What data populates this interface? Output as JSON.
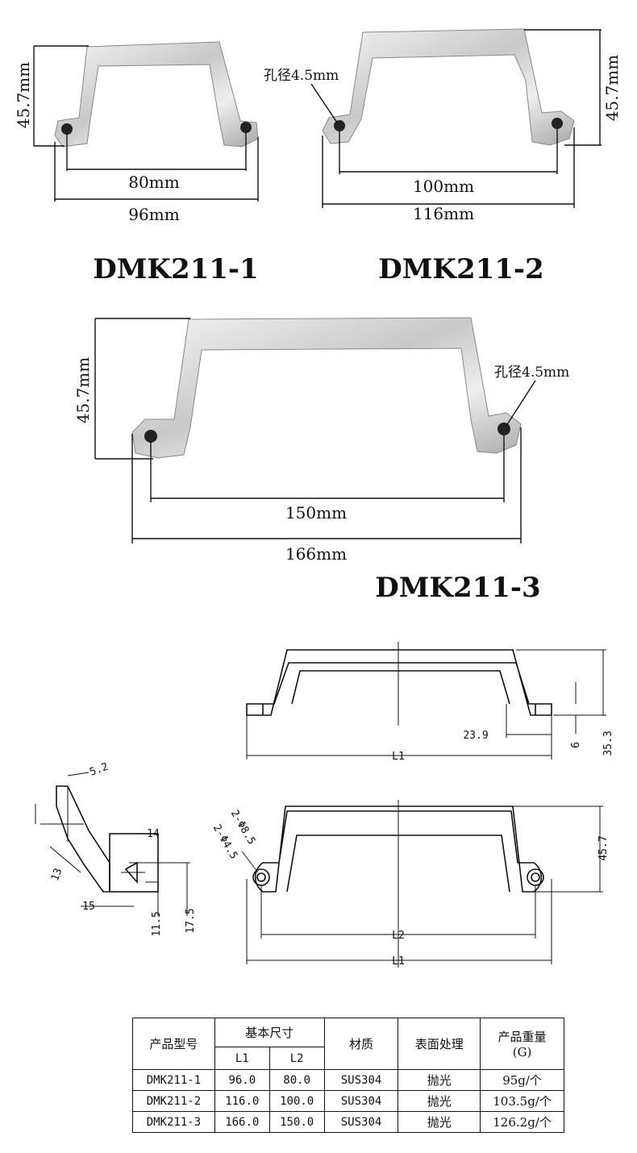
{
  "photos": [
    {
      "model": "DMK211-1",
      "height_label": "45.7mm",
      "l2_label": "80mm",
      "l1_label": "96mm"
    },
    {
      "model": "DMK211-2",
      "height_label": "45.7mm",
      "l2_label": "100mm",
      "l1_label": "116mm",
      "hole_label": "孔径4.5mm"
    },
    {
      "model": "DMK211-3",
      "height_label": "45.7mm",
      "l2_label": "150mm",
      "l1_label": "166mm",
      "hole_label": "孔径4.5mm"
    }
  ],
  "drawing": {
    "side_view": {
      "dim_23_9": "23.9",
      "dim_6": "6",
      "dim_35_3": "35.3",
      "l1": "L1"
    },
    "section_view": {
      "dim_5_2": "5.2",
      "dim_13": "13",
      "dim_14": "14",
      "dim_15": "15",
      "dim_11_5": "11.5",
      "dim_17_5": "17.5"
    },
    "top_view": {
      "hole_outer": "2-Φ8.5",
      "hole_inner": "2-Φ4.5",
      "dim_45_7": "45.7",
      "l2": "L2",
      "l1": "L1"
    }
  },
  "table": {
    "headers": {
      "model": "产品型号",
      "basic_size": "基本尺寸",
      "l1": "L1",
      "l2": "L2",
      "material": "材质",
      "surface": "表面处理",
      "weight": "产品重量",
      "weight_unit": "(G)"
    },
    "rows": [
      {
        "model": "DMK211-1",
        "l1": "96.0",
        "l2": "80.0",
        "material": "SUS304",
        "surface": "抛光",
        "weight": "95g/个"
      },
      {
        "model": "DMK211-2",
        "l1": "116.0",
        "l2": "100.0",
        "material": "SUS304",
        "surface": "抛光",
        "weight": "103.5g/个"
      },
      {
        "model": "DMK211-3",
        "l1": "166.0",
        "l2": "150.0",
        "material": "SUS304",
        "surface": "抛光",
        "weight": "126.2g/个"
      }
    ]
  }
}
